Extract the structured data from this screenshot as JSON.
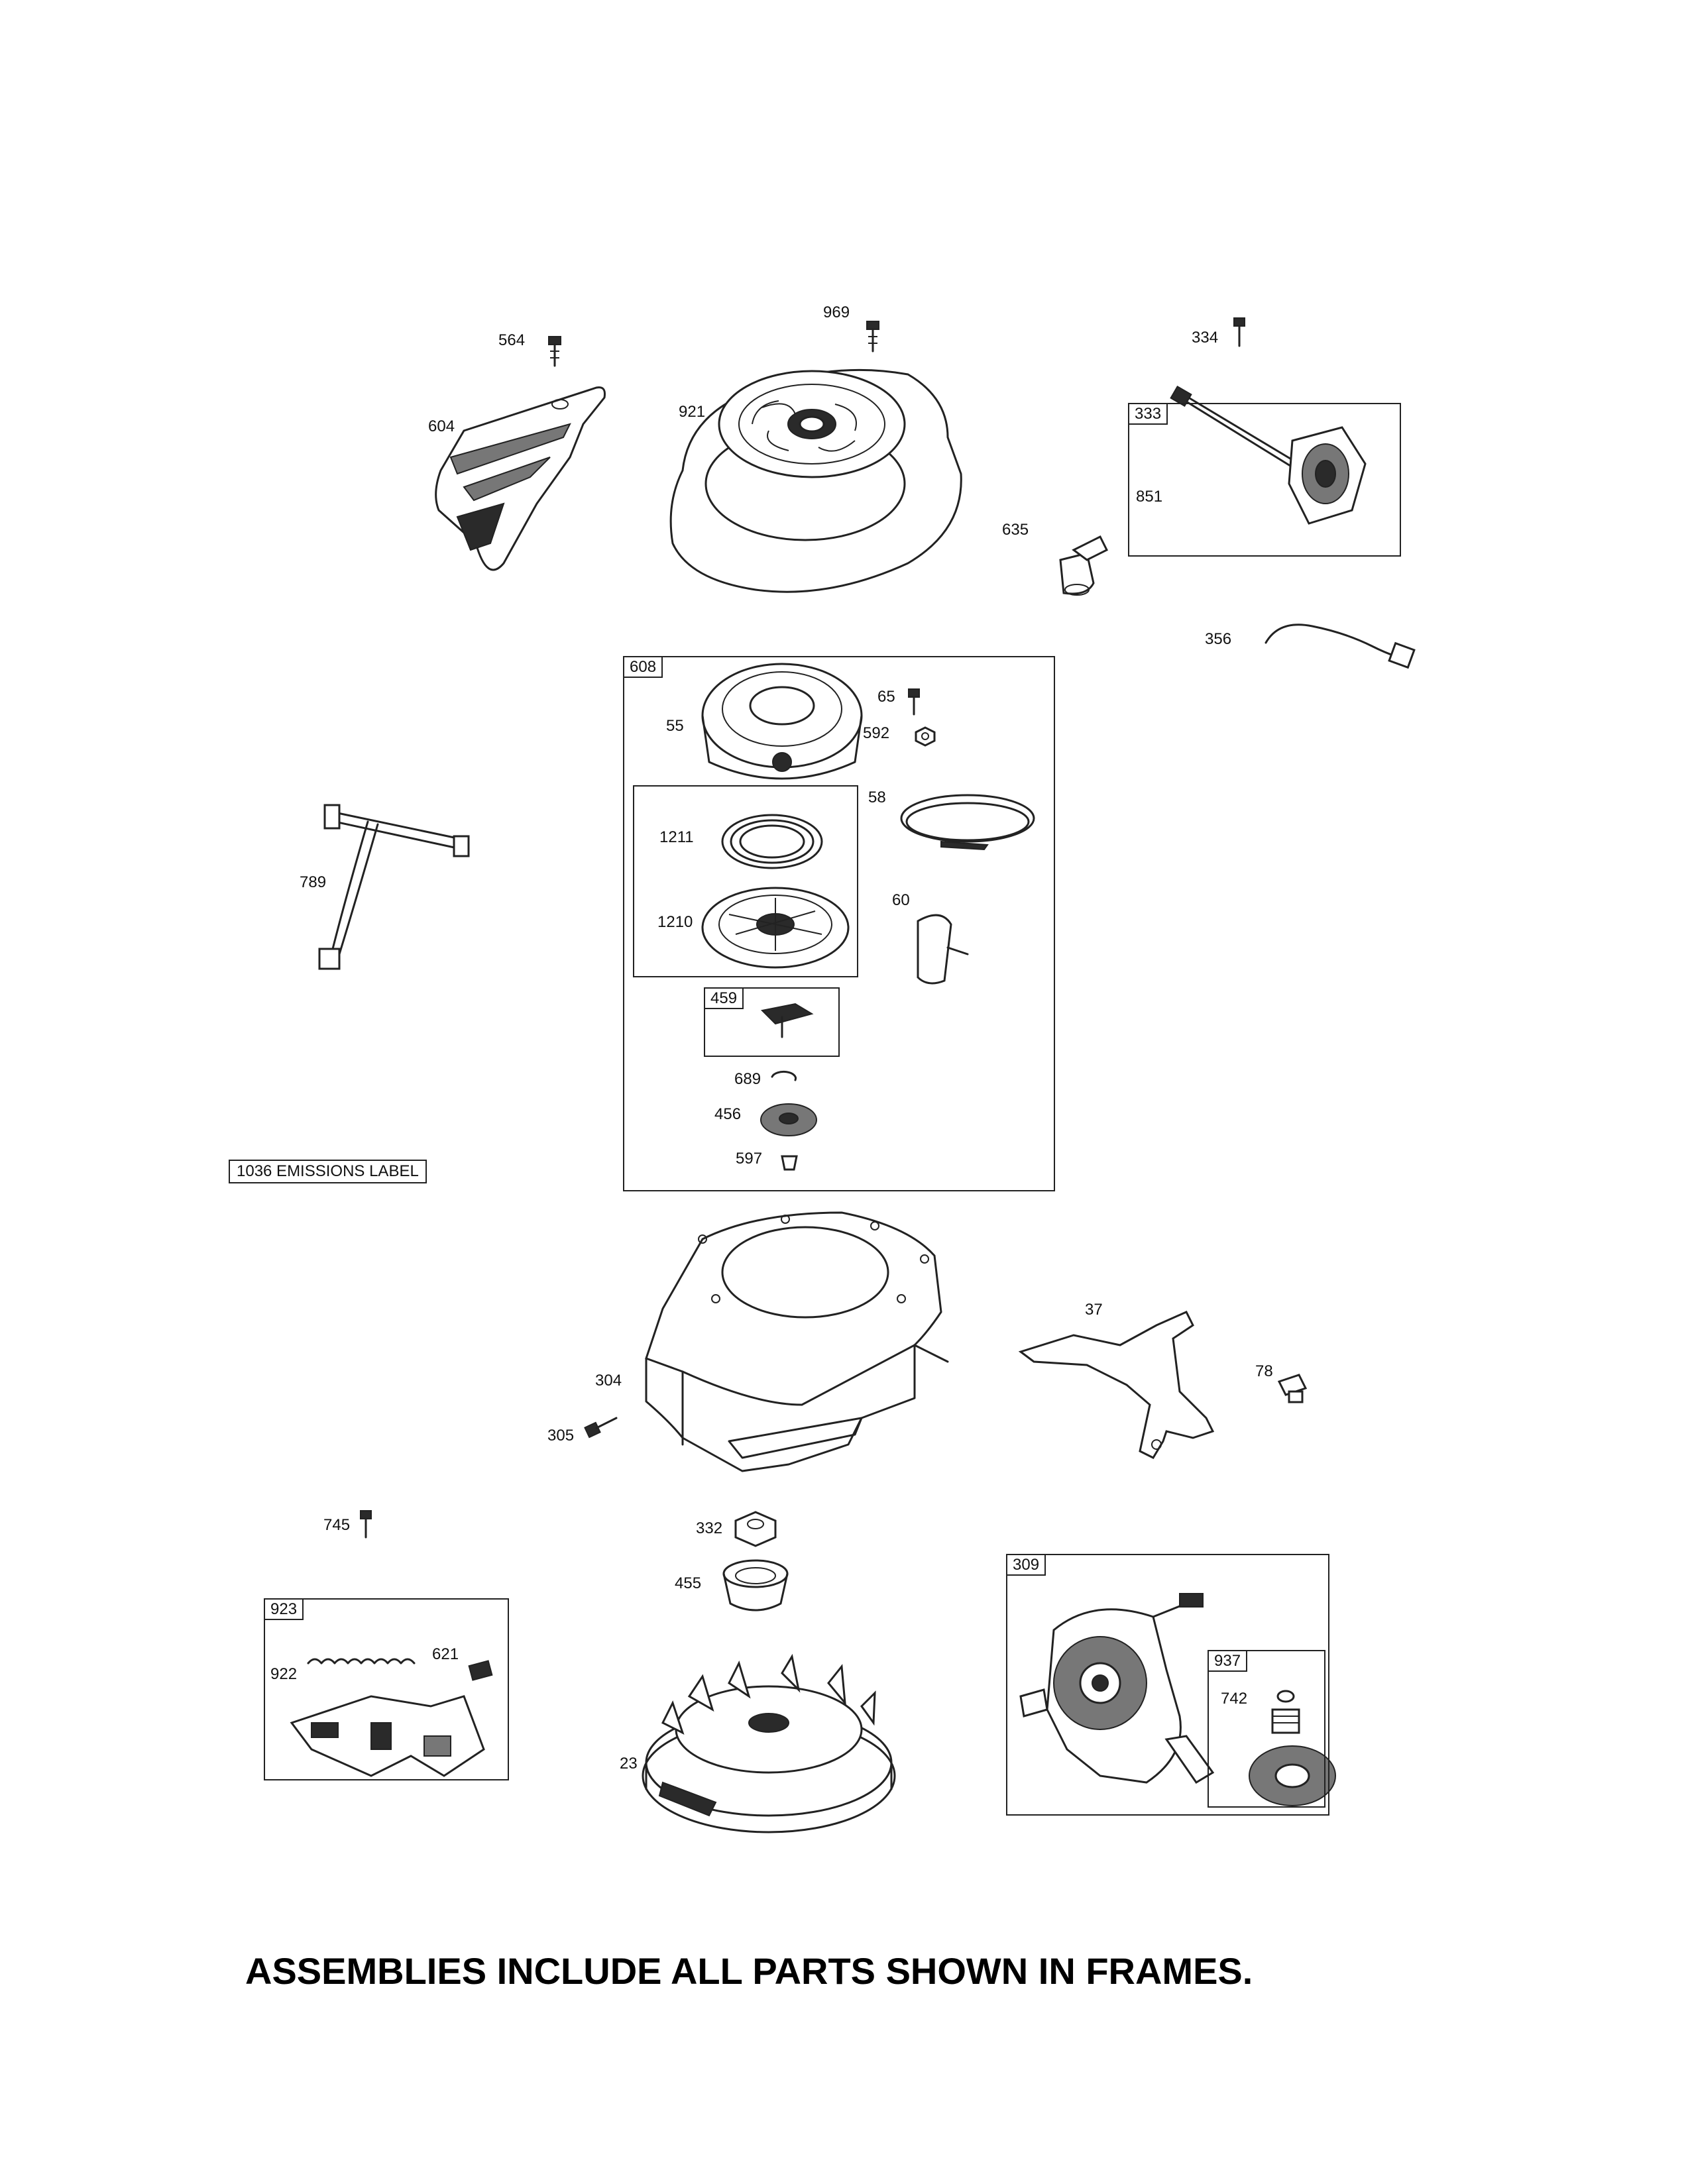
{
  "labels": {
    "p564": "564",
    "p969": "969",
    "p334": "334",
    "p604": "604",
    "p921": "921",
    "p333": "333",
    "p851": "851",
    "p635": "635",
    "p356": "356",
    "p608": "608",
    "p55": "55",
    "p65": "65",
    "p592": "592",
    "p58": "58",
    "p1211": "1211",
    "p1210": "1210",
    "p60": "60",
    "p459": "459",
    "p689": "689",
    "p456": "456",
    "p597": "597",
    "p789": "789",
    "p37": "37",
    "p78": "78",
    "p304": "304",
    "p305": "305",
    "p745": "745",
    "p332": "332",
    "p455": "455",
    "p923": "923",
    "p922": "922",
    "p621": "621",
    "p23": "23",
    "p309": "309",
    "p937": "937",
    "p742": "742"
  },
  "emissions_label": "1036 EMISSIONS LABEL",
  "footer_text": "ASSEMBLIES INCLUDE ALL PARTS SHOWN IN FRAMES."
}
